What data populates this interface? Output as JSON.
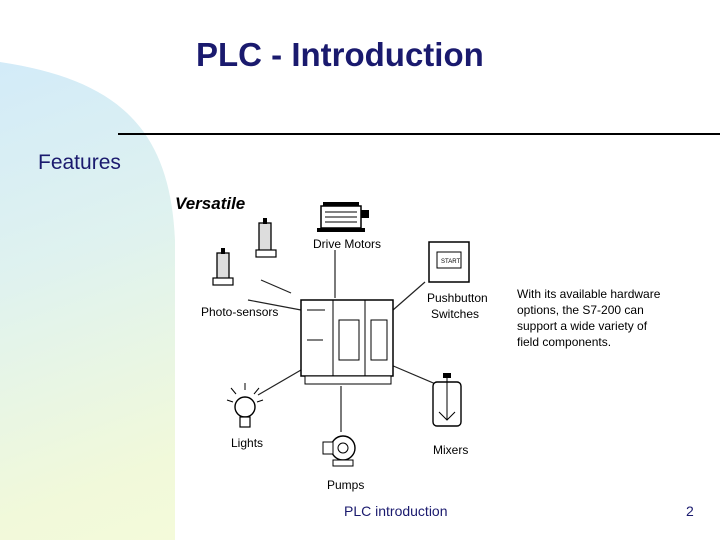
{
  "slide": {
    "title": "PLC - Introduction",
    "heading": "Features",
    "footer": "PLC introduction",
    "page_number": "2"
  },
  "figure": {
    "header": "Versatile",
    "labels": {
      "drive_motors": "Drive Motors",
      "photo_sensors": "Photo-sensors",
      "pushbutton_1": "Pushbutton",
      "pushbutton_2": "Switches",
      "lights": "Lights",
      "pumps": "Pumps",
      "mixers": "Mixers",
      "start": "START"
    },
    "note_lines": [
      "With its available hardware",
      "options, the S7-200 can",
      "support a wide variety of",
      "field components."
    ]
  },
  "colors": {
    "title": "#1a1a6e",
    "gradient_top": "#cfe9fb",
    "gradient_bottom": "#fbfcd8"
  }
}
